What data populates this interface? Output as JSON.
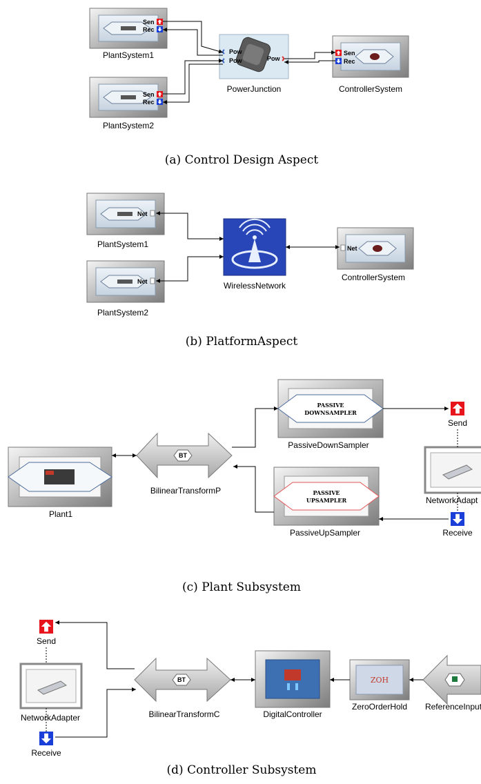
{
  "panels": {
    "a": {
      "caption": "(a) Control Design Aspect",
      "blocks": {
        "plant1": "PlantSystem1",
        "plant2": "PlantSystem2",
        "junction": "PowerJunction",
        "controller": "ControllerSystem"
      },
      "ports": {
        "sen": "Sen",
        "rec": "Rec",
        "pow": "Pow"
      }
    },
    "b": {
      "caption": "(b) PlatformAspect",
      "blocks": {
        "plant1": "PlantSystem1",
        "plant2": "PlantSystem2",
        "network": "WirelessNetwork",
        "controller": "ControllerSystem"
      },
      "ports": {
        "net": "Net"
      }
    },
    "c": {
      "caption": "(c) Plant Subsystem",
      "blocks": {
        "plant": "Plant1",
        "bilinear": "BilinearTransformP",
        "bt": "BT",
        "downsampler": "PassiveDownSampler",
        "downsampler_text_1": "PASSIVE",
        "downsampler_text_2": "DOWNSAMPLER",
        "upsampler": "PassiveUpSampler",
        "upsampler_text_1": "PASSIVE",
        "upsampler_text_2": "UPSAMPLER",
        "adapter": "NetworkAdapt",
        "send": "Send",
        "receive": "Receive"
      }
    },
    "d": {
      "caption": "(d) Controller Subsystem",
      "blocks": {
        "send": "Send",
        "adapter": "NetworkAdapter",
        "receive": "Receive",
        "bilinear": "BilinearTransformC",
        "bt": "BT",
        "controller": "DigitalController",
        "zoh_label": "ZeroOrderHold",
        "zoh_text": "ZOH",
        "reference": "ReferenceInput"
      }
    }
  },
  "colors": {
    "block_fill": "#d9e1ea",
    "block_frame": "#9a9a9a",
    "send_red": "#e8141b",
    "receive_blue": "#1a3fd8",
    "wireless_blue": "#2846b8"
  }
}
